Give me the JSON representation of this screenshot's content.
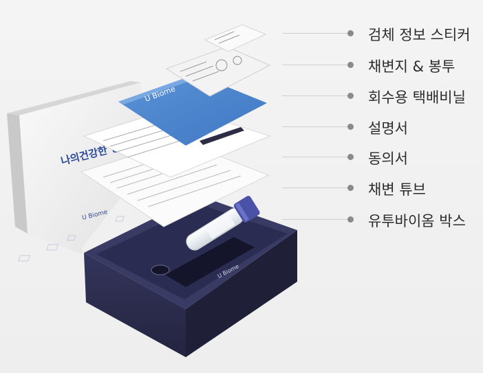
{
  "legend": {
    "items": [
      {
        "label": "검체 정보 스티커"
      },
      {
        "label": "채변지 & 봉투"
      },
      {
        "label": "회수용 택배비닐"
      },
      {
        "label": "설명서"
      },
      {
        "label": "동의서"
      },
      {
        "label": "채변 튜브"
      },
      {
        "label": "유투바이옴 박스"
      }
    ]
  },
  "brand": {
    "logo_text": "U Biome",
    "lid_headline": "나의건강한 장",
    "colors": {
      "envelope_blue": "#4f86cf",
      "box_navy": "#2b2c52",
      "tube_cap": "#4a52a8"
    }
  }
}
